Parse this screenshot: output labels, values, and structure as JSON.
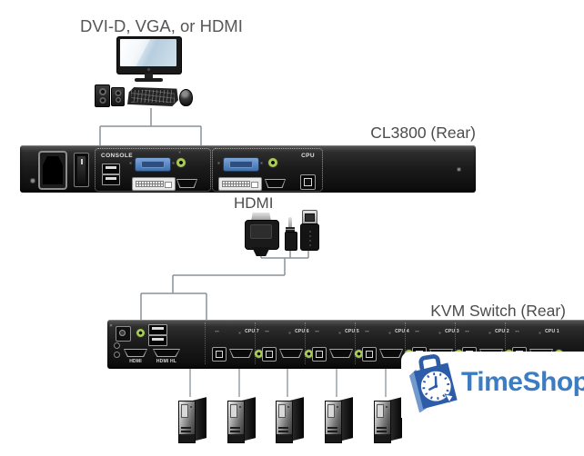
{
  "labels": {
    "source_devices": "DVI-D, VGA, or HDMI",
    "cl3800_title": "CL3800 (Rear)",
    "hdmi_cable": "HDMI",
    "kvm_title": "KVM Switch (Rear)"
  },
  "cl3800": {
    "console_section": "CONSOLE",
    "cpu_section": "CPU"
  },
  "kvm": {
    "console_hdmi_labels": [
      "HDMI",
      "HDMI HL"
    ],
    "cpu_ports": [
      "CPU 7",
      "CPU 6",
      "CPU 5",
      "CPU 4",
      "CPU 3",
      "CPU 2",
      "CPU 1"
    ],
    "usb_icon_glyph": "↔"
  },
  "computers": {
    "count": 5
  },
  "logo": {
    "text": "TimeShop",
    "color": "#3c7cc2"
  },
  "colors": {
    "vga_blue": "#4d7fc0",
    "audio_green": "#8fbc3f",
    "line_gray": "#8b9298",
    "label_gray": "#4c4c4c",
    "panel_black": "#1c1c1c"
  }
}
